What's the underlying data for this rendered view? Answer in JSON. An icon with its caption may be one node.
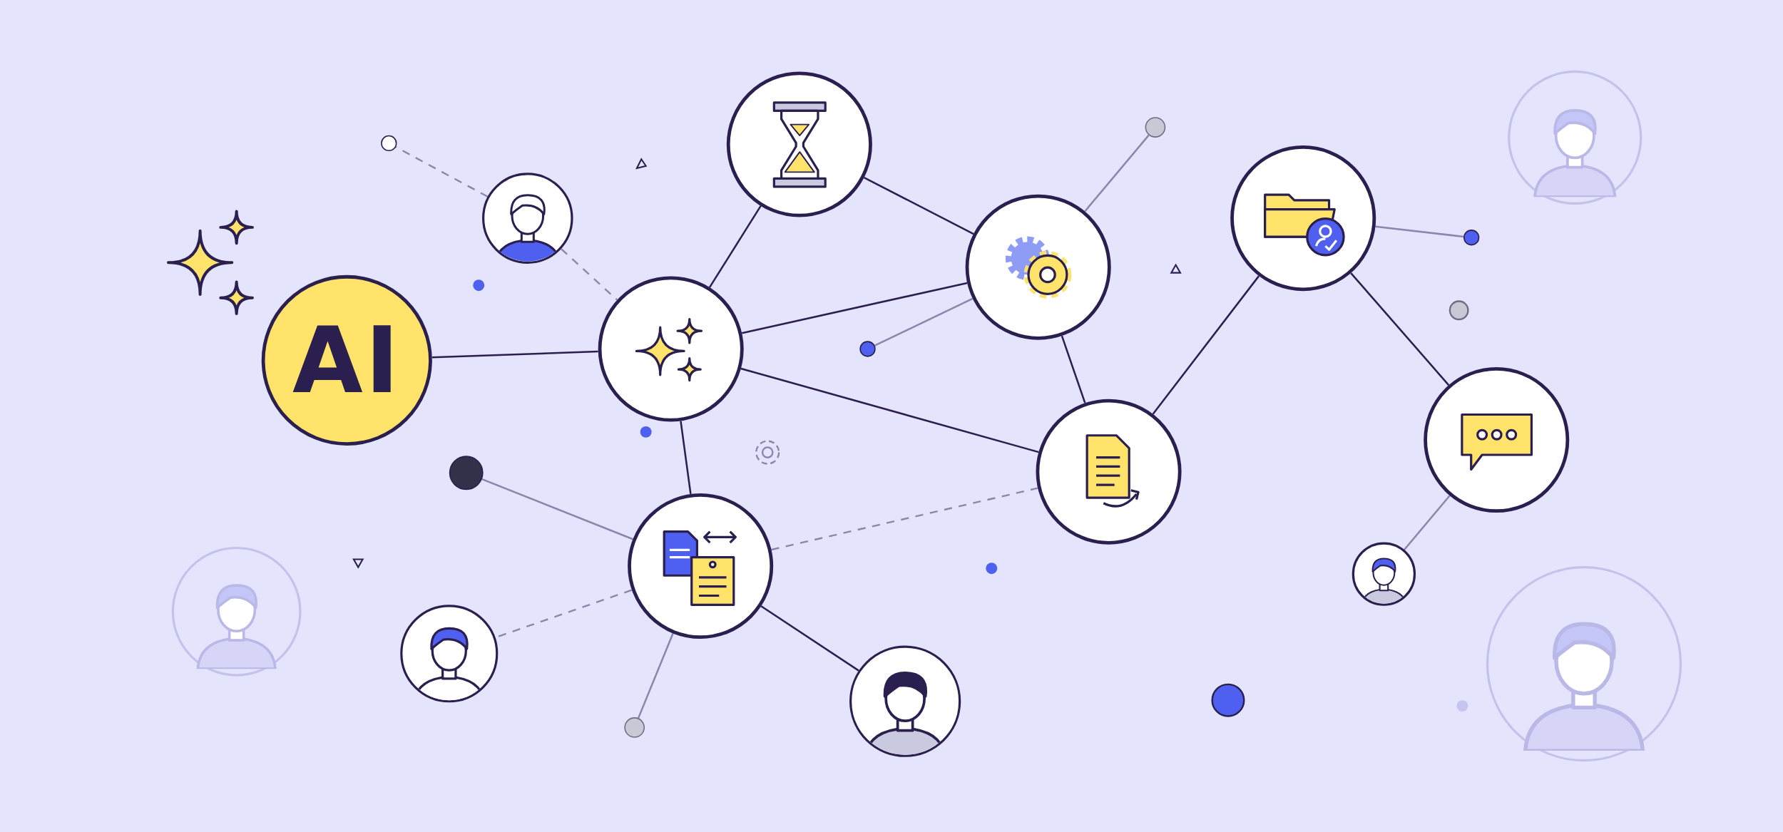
{
  "diagram": {
    "nodes": [
      {
        "text": [
          "AI"
        ]
      },
      {
        "text": [],
        "shape": "picture"
      },
      {
        "text": [],
        "shape": "picture"
      },
      {
        "text": [],
        "shape": "picture"
      },
      {
        "text": [],
        "shape": "picture"
      },
      {
        "text": [],
        "shape": "picture"
      },
      {
        "text": [],
        "shape": "picture"
      },
      {
        "text": [],
        "shape": "picture"
      },
      {
        "text": [],
        "shape": "person"
      },
      {
        "text": [],
        "shape": "person"
      },
      {
        "text": [],
        "shape": "person"
      },
      {
        "text": [],
        "shape": "person"
      },
      {
        "text": [],
        "shape": "circle"
      },
      {
        "text": [],
        "shape": "circle"
      },
      {
        "text": [],
        "shape": "circle"
      },
      {
        "text": [],
        "shape": "circle"
      },
      {
        "text": [],
        "shape": "circle"
      },
      {
        "text": [],
        "shape": "circle"
      }
    ],
    "edges": [
      {
        "from": 0,
        "to": 1,
        "arrow": "none"
      },
      {
        "from": 1,
        "to": 2,
        "arrow": "none"
      },
      {
        "from": 2,
        "to": 3,
        "arrow": "none"
      },
      {
        "from": 1,
        "to": 3,
        "arrow": "none"
      },
      {
        "from": 1,
        "to": 4,
        "arrow": "none"
      },
      {
        "from": 1,
        "to": 7,
        "arrow": "none"
      },
      {
        "from": 3,
        "to": 4,
        "arrow": "none"
      },
      {
        "from": 4,
        "to": 5,
        "arrow": "none"
      },
      {
        "from": 5,
        "to": 6,
        "arrow": "none"
      },
      {
        "from": 6,
        "to": 11,
        "arrow": "none",
        "color": "#8a86ad"
      },
      {
        "from": 5,
        "to": 15,
        "arrow": "none",
        "color": "#8a86ad"
      },
      {
        "from": 3,
        "to": 13,
        "arrow": "none",
        "color": "#8a86ad"
      },
      {
        "from": 3,
        "to": 14,
        "arrow": "none",
        "color": "#8a86ad"
      },
      {
        "from": 7,
        "to": 16,
        "arrow": "none",
        "color": "#8a86ad"
      },
      {
        "from": 7,
        "to": 17,
        "arrow": "none",
        "color": "#8a86ad"
      },
      {
        "from": 7,
        "to": 10,
        "arrow": "none"
      },
      {
        "from": 7,
        "to": 9,
        "arrow": "none",
        "style": "dashed",
        "color": "#8a86ad"
      },
      {
        "from": 7,
        "to": 4,
        "arrow": "none",
        "style": "dashed",
        "color": "#8a86ad"
      },
      {
        "from": 8,
        "to": 12,
        "arrow": "none",
        "style": "dashed",
        "color": "#8a86ad"
      },
      {
        "from": 8,
        "to": 1,
        "arrow": "none",
        "style": "dashed",
        "color": "#8a86ad"
      }
    ]
  }
}
